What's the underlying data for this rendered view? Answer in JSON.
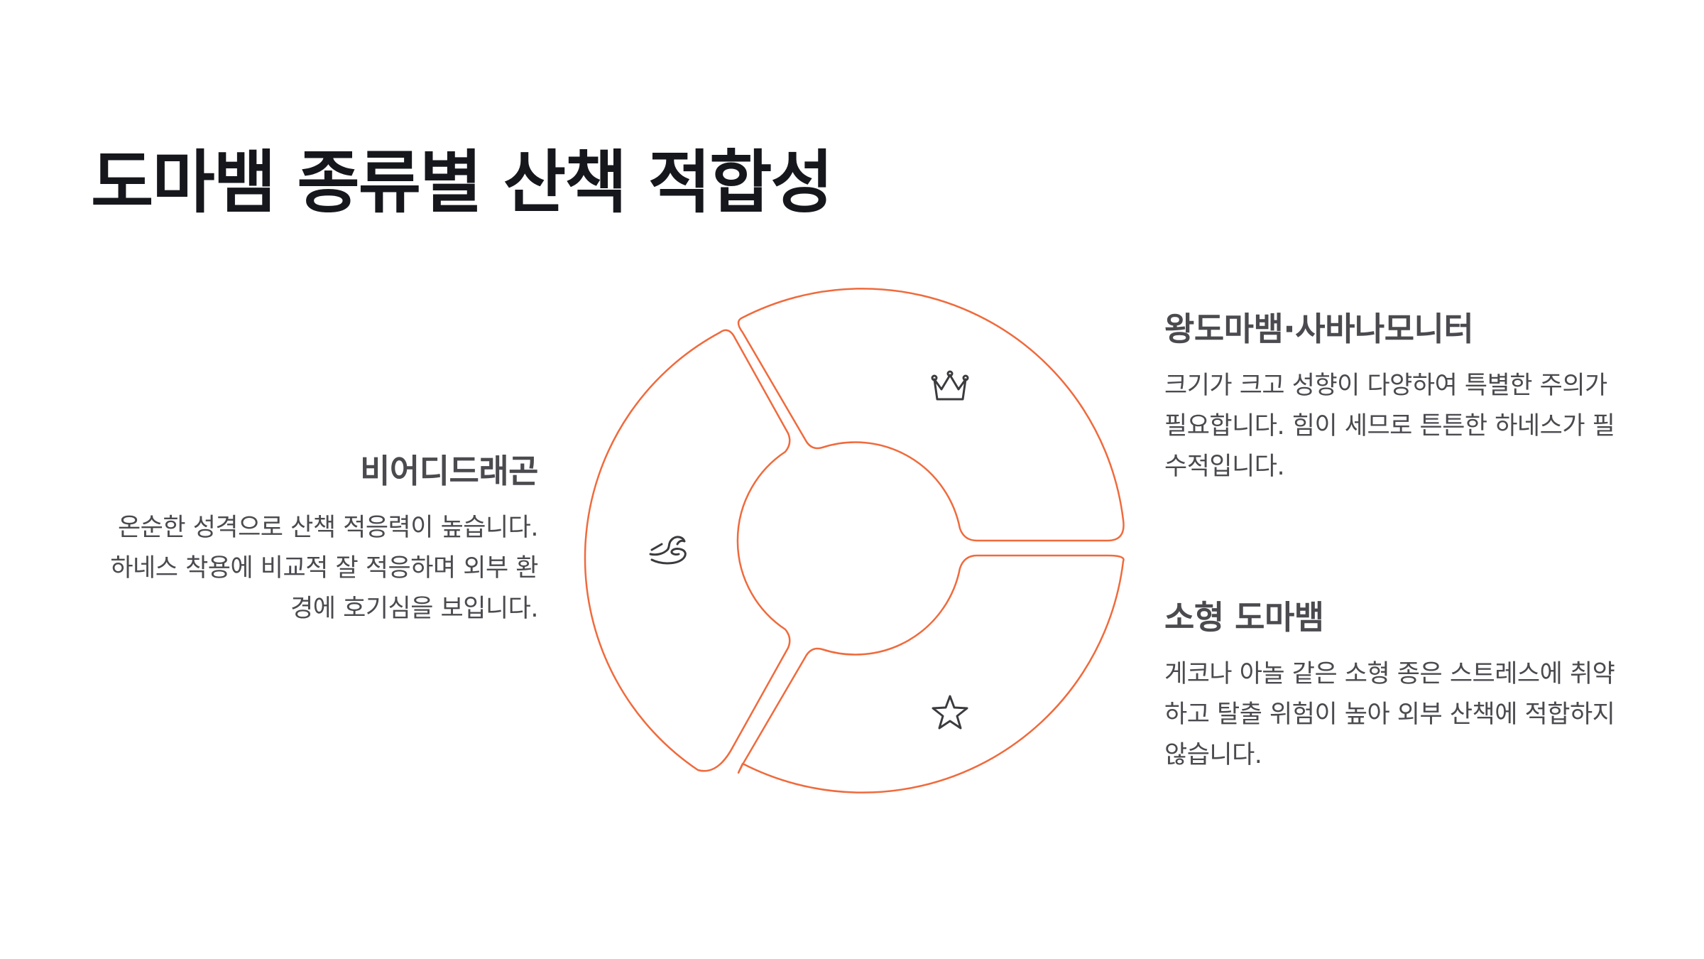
{
  "title": "도마뱀 종류별 산책 적합성",
  "colors": {
    "accent": "#f06a3c",
    "title": "#16171c",
    "body_text": "#4a4a4f",
    "icon": "#3b3b3f"
  },
  "segments": [
    {
      "id": "left",
      "icon": "snake-icon",
      "heading": "비어디드래곤",
      "description": "온순한 성격으로 산책 적응력이 높습니다. 하네스 착용에 비교적 잘 적응하며 외부 환경에 호기심을 보입니다."
    },
    {
      "id": "top-right",
      "icon": "crown-icon",
      "heading": "왕도마뱀·사바나모니터",
      "description": "크기가 크고 성향이 다양하여 특별한 주의가 필요합니다. 힘이 세므로 튼튼한 하네스가 필수적입니다."
    },
    {
      "id": "bottom-right",
      "icon": "star-icon",
      "heading": "소형 도마뱀",
      "description": "게코나 아놀 같은 소형 종은 스트레스에 취약하고 탈출 위험이 높아 외부 산책에 적합하지 않습니다."
    }
  ]
}
